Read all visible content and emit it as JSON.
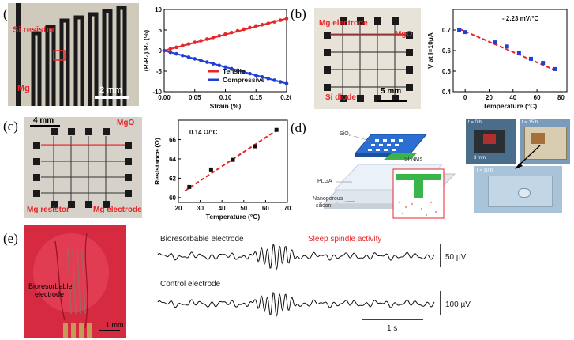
{
  "panels": {
    "a": {
      "letter": "(a)",
      "photo_labels": {
        "si_resistor": "Si resistor",
        "mg": "Mg",
        "scale": "2 mm"
      },
      "chart_data": {
        "type": "scatter",
        "xlabel": "Strain (%)",
        "ylabel": "(R-R₀)/R₀ (%)",
        "xlim": [
          0.0,
          0.2
        ],
        "ylim": [
          -10,
          10
        ],
        "xticks": [
          "0.00",
          "0.05",
          "0.10",
          "0.15",
          "0.20"
        ],
        "yticks": [
          "-10",
          "-5",
          "0",
          "5",
          "10"
        ],
        "series": [
          {
            "name": "Tensile",
            "color": "#e8262a",
            "x": [
              0.0,
              0.01,
              0.02,
              0.03,
              0.04,
              0.05,
              0.06,
              0.07,
              0.08,
              0.09,
              0.1,
              0.11,
              0.12,
              0.13,
              0.14,
              0.15,
              0.16,
              0.17,
              0.18,
              0.19,
              0.2
            ],
            "y": [
              0.0,
              0.4,
              0.8,
              1.2,
              1.6,
              2.0,
              2.4,
              2.8,
              3.2,
              3.6,
              4.0,
              4.4,
              4.8,
              5.2,
              5.6,
              6.0,
              6.3,
              6.6,
              7.0,
              7.4,
              7.8
            ]
          },
          {
            "name": "Compressive",
            "color": "#1f3fd8",
            "x": [
              0.0,
              0.01,
              0.02,
              0.03,
              0.04,
              0.05,
              0.06,
              0.07,
              0.08,
              0.09,
              0.1,
              0.11,
              0.12,
              0.13,
              0.14,
              0.15,
              0.16,
              0.17,
              0.18,
              0.19,
              0.2
            ],
            "y": [
              0.0,
              -0.4,
              -0.8,
              -1.2,
              -1.6,
              -2.0,
              -2.4,
              -2.8,
              -3.2,
              -3.6,
              -4.0,
              -4.4,
              -4.8,
              -5.2,
              -5.6,
              -6.0,
              -6.4,
              -6.8,
              -7.2,
              -7.6,
              -8.0
            ]
          }
        ]
      }
    },
    "b": {
      "letter": "(b)",
      "photo_labels": {
        "mg_electrode": "Mg electrode",
        "mgo": "MgO",
        "si_diode": "Si diode",
        "scale": "5 mm"
      },
      "chart_data": {
        "type": "scatter",
        "xlabel": "Temperature (°C)",
        "ylabel": "V at I=10µA",
        "annotation": "- 2.23 mV/°C",
        "xlim": [
          -10,
          85
        ],
        "ylim": [
          0.4,
          0.8
        ],
        "xticks": [
          "0",
          "20",
          "40",
          "60",
          "80"
        ],
        "yticks": [
          "0.4",
          "0.5",
          "0.6",
          "0.7"
        ],
        "series": [
          {
            "name": "",
            "color": "#1f3fd8",
            "x": [
              -5,
              0,
              25,
              35,
              45,
              55,
              65,
              75
            ],
            "y": [
              0.7,
              0.69,
              0.64,
              0.62,
              0.59,
              0.56,
              0.54,
              0.51
            ]
          }
        ],
        "fit": {
          "color": "#e8262a",
          "x": [
            -5,
            77
          ],
          "y": [
            0.706,
            0.5
          ]
        }
      }
    },
    "c": {
      "letter": "(c)",
      "photo_labels": {
        "scale": "4 mm",
        "mgo": "MgO",
        "mg_resistor": "Mg resistor",
        "mg_electrode": "Mg electrode"
      },
      "chart_data": {
        "type": "scatter",
        "xlabel": "Temperature (°C)",
        "ylabel": "Resistance (Ω)",
        "annotation": "0.14 Ω/°C",
        "xlim": [
          20,
          70
        ],
        "ylim": [
          59.5,
          68
        ],
        "xticks": [
          "20",
          "30",
          "40",
          "50",
          "60",
          "70"
        ],
        "yticks": [
          "60",
          "62",
          "64",
          "66"
        ],
        "series": [
          {
            "name": "",
            "color": "#111111",
            "x": [
              25,
              35,
              45,
              55,
              65
            ],
            "y": [
              61.1,
              62.9,
              63.9,
              65.3,
              67.0
            ]
          }
        ],
        "fit": {
          "color": "#e8262a",
          "x": [
            23,
            66
          ],
          "y": [
            60.7,
            67.1
          ]
        }
      }
    },
    "d": {
      "letter": "(d)",
      "diagram_labels": {
        "sio2": "SiO₂",
        "si_nms": "Si-NMs",
        "plga": "PLGA",
        "nanoporous": "Nanoporous",
        "silicon": "silicon"
      },
      "photo_labels": {
        "t0": "t = 0 h",
        "t15": "t = 15 h",
        "t30": "t = 30 h",
        "scale": "3 mm"
      }
    },
    "e": {
      "letter": "(e)",
      "photo_labels": {
        "bioresorbable": "Bioresorbable",
        "electrode": "electrode",
        "scale": "1 mm"
      },
      "traces": {
        "bioresorbable_label": "Bioresorbable electrode",
        "spindle_label": "Sleep spindle activity",
        "control_label": "Control electrode",
        "scale1": "50 µV",
        "scale2": "100 µV",
        "time_scale": "1 s",
        "spindle_color": "#e8262a"
      }
    }
  }
}
